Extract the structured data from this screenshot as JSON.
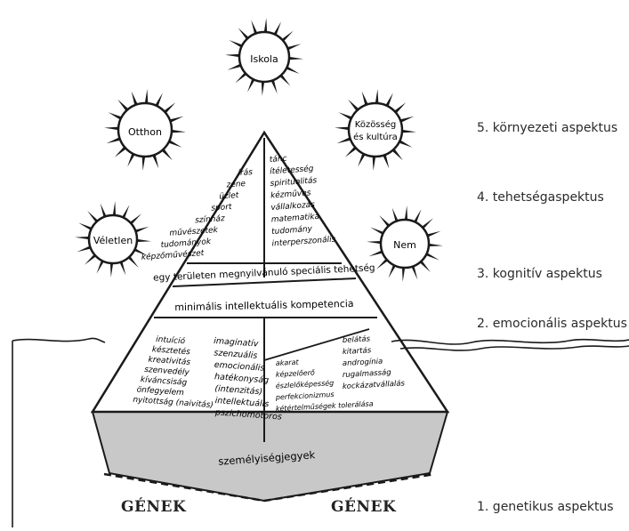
{
  "suns": {
    "iskola": "Iskola",
    "otthon": "Otthon",
    "kozosseg_line1": "Közösség",
    "kozosseg_line2": "és kultúra",
    "veletlen": "Véletlen",
    "nem": "Nem"
  },
  "talents_left": [
    "írás",
    "zene",
    "üzlet",
    "sport",
    "színház",
    "művészetek",
    "tudományok",
    "képzőművészet"
  ],
  "talents_right": [
    "tánc",
    "ítéletesség",
    "spiritualitás",
    "kézműves",
    "vállalkozás",
    "matematika",
    "tudomány",
    "interperszonális"
  ],
  "bands": {
    "special_talent": "egy területen megnyilvánuló speciális tehetség",
    "min_competence": "minimális intellektuális kompetencia",
    "personality": "személyiségjegyek"
  },
  "emotional_left_a": [
    "intuíció",
    "késztetés",
    "kreativitás",
    "szenvedély",
    "kíváncsiság",
    "önfegyelem",
    "nyitottság (naivitás)"
  ],
  "emotional_left_b": [
    "imaginatív",
    "szenzuális",
    "emocionális",
    "hatékonyság",
    "(intenzitás)",
    "intellektuális",
    "pszichomotoros"
  ],
  "emotional_right_a": [
    "akarat",
    "képzelőerő",
    "észlelőképesség",
    "perfekcionizmus",
    "kétértelműségek tolerálása"
  ],
  "emotional_right_b": [
    "belátás",
    "kitartás",
    "androgínia",
    "rugalmasság",
    "kockázatvállalás"
  ],
  "genes": {
    "left": "GÉNEK",
    "right": "GÉNEK"
  },
  "aspects": {
    "a5": "5. környezeti aspektus",
    "a4": "4. tehetségaspektus",
    "a3": "3. kognitív aspektus",
    "a2": "2. emocionális aspektus",
    "a1": "1. genetikus aspektus"
  },
  "colors": {
    "line": "#1a1a1a",
    "base_fill": "#c8c8c8"
  }
}
